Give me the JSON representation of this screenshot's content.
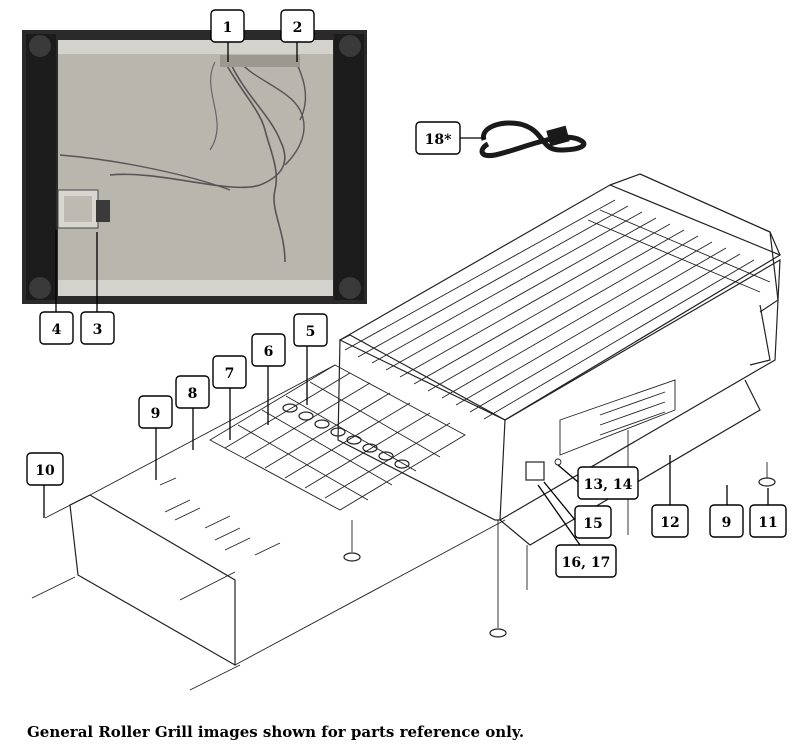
{
  "caption": "General Roller Grill images shown for parts reference only.",
  "callouts": [
    {
      "id": "c1",
      "label": "1"
    },
    {
      "id": "c2",
      "label": "2"
    },
    {
      "id": "c3",
      "label": "3"
    },
    {
      "id": "c4",
      "label": "4"
    },
    {
      "id": "c5",
      "label": "5"
    },
    {
      "id": "c6",
      "label": "6"
    },
    {
      "id": "c7",
      "label": "7"
    },
    {
      "id": "c8",
      "label": "8"
    },
    {
      "id": "c9a",
      "label": "9"
    },
    {
      "id": "c10",
      "label": "10"
    },
    {
      "id": "c11",
      "label": "11"
    },
    {
      "id": "c12",
      "label": "12"
    },
    {
      "id": "c13",
      "label": "13, 14"
    },
    {
      "id": "c15",
      "label": "15"
    },
    {
      "id": "c16",
      "label": "16, 17"
    },
    {
      "id": "c18",
      "label": "18*"
    },
    {
      "id": "c9b",
      "label": "9"
    }
  ],
  "colors": {
    "photo_panel": "#b9b6ae",
    "photo_frame": "#2a2a2a",
    "stroke": "#222222"
  }
}
